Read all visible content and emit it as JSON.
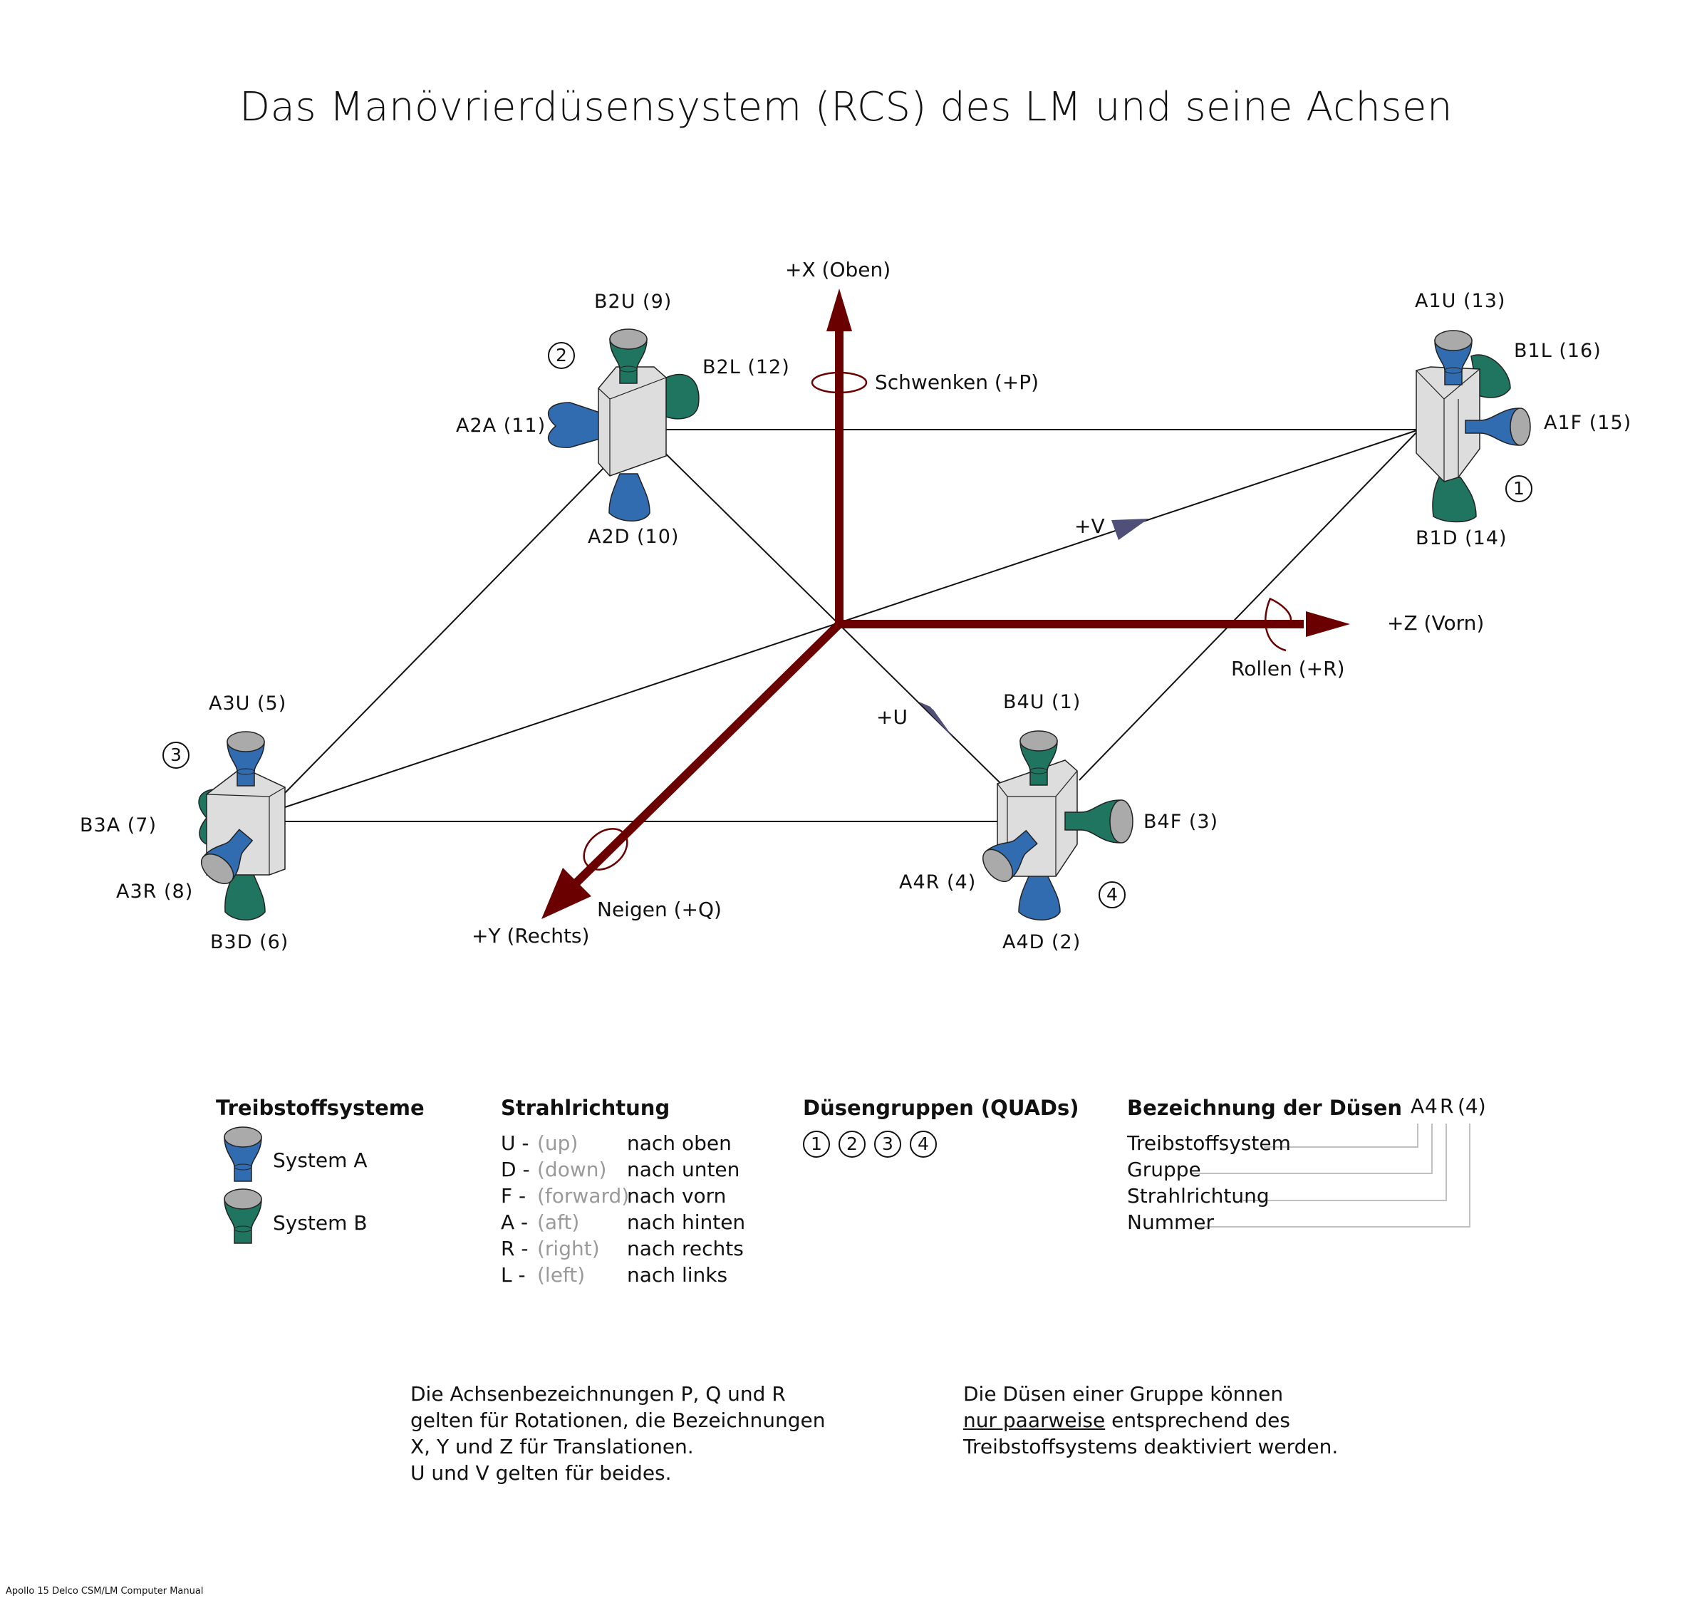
{
  "title": "Das Manövrierdüsensystem (RCS) des LM und seine Achsen",
  "colors": {
    "system_a": "#316bb0",
    "system_b": "#1f7560",
    "nozzle_exit": "#aaaaaa",
    "block": "#dddddd",
    "axis_arrow": "#6b0000",
    "uv_arrow": "#4f4f7a",
    "leader_line": "#c0c0c0"
  },
  "axes": {
    "x": "+X  (Oben)",
    "y": "+Y  (Rechts)",
    "z": "+Z  (Vorn)",
    "u": "+U",
    "v": "+V",
    "pitch": "Schwenken (+P)",
    "roll": "Rollen (+R)",
    "yaw": "Neigen (+Q)"
  },
  "quads": [
    {
      "number": "1",
      "thrusters": {
        "up": "A1U (13)",
        "left": "B1L (16)",
        "forward": "A1F (15)",
        "down": "B1D (14)"
      }
    },
    {
      "number": "2",
      "thrusters": {
        "up": "B2U (9)",
        "left": "B2L (12)",
        "aft": "A2A (11)",
        "down": "A2D (10)"
      }
    },
    {
      "number": "3",
      "thrusters": {
        "up": "A3U (5)",
        "aft": "B3A (7)",
        "right": "A3R (8)",
        "down": "B3D (6)"
      }
    },
    {
      "number": "4",
      "thrusters": {
        "up": "B4U (1)",
        "forward": "B4F (3)",
        "right": "A4R (4)",
        "down": "A4D (2)"
      }
    }
  ],
  "legend": {
    "fuel_systems": {
      "heading": "Treibstoffsysteme",
      "items": [
        "System A",
        "System B"
      ]
    },
    "thrust_direction": {
      "heading": "Strahlrichtung",
      "rows": [
        {
          "code": "U -",
          "english": "(up)",
          "german": "nach oben"
        },
        {
          "code": "D -",
          "english": "(down)",
          "german": "nach unten"
        },
        {
          "code": "F  -",
          "english": "(forward)",
          "german": "nach vorn"
        },
        {
          "code": "A -",
          "english": "(aft)",
          "german": "nach hinten"
        },
        {
          "code": "R  -",
          "english": "(right)",
          "german": "nach rechts"
        },
        {
          "code": "L  -",
          "english": "(left)",
          "german": "nach links"
        }
      ]
    },
    "quads": {
      "heading": "Düsengruppen (QUADs)",
      "numbers": [
        "1",
        "2",
        "3",
        "4"
      ]
    },
    "naming": {
      "heading": "Bezeichnung der Düsen",
      "example": [
        "A",
        "4",
        "R",
        "(4)"
      ],
      "parts": [
        "Treibstoffsystem",
        "Gruppe",
        "Strahlrichtung",
        "Nummer"
      ]
    }
  },
  "notes": {
    "left": [
      "Die Achsenbezeichnungen P, Q und R",
      "gelten für Rotationen, die Bezeichnungen",
      "X, Y und Z für Translationen.",
      "U und V gelten für beides."
    ],
    "right_line1": "Die Düsen einer Gruppe können",
    "right_line2_underlined": "nur paarweise",
    "right_line2_rest": " entsprechend des",
    "right_line3": "Treibstoffsystems deaktiviert werden."
  },
  "credit": "Apollo 15 Delco CSM/LM Computer Manual"
}
